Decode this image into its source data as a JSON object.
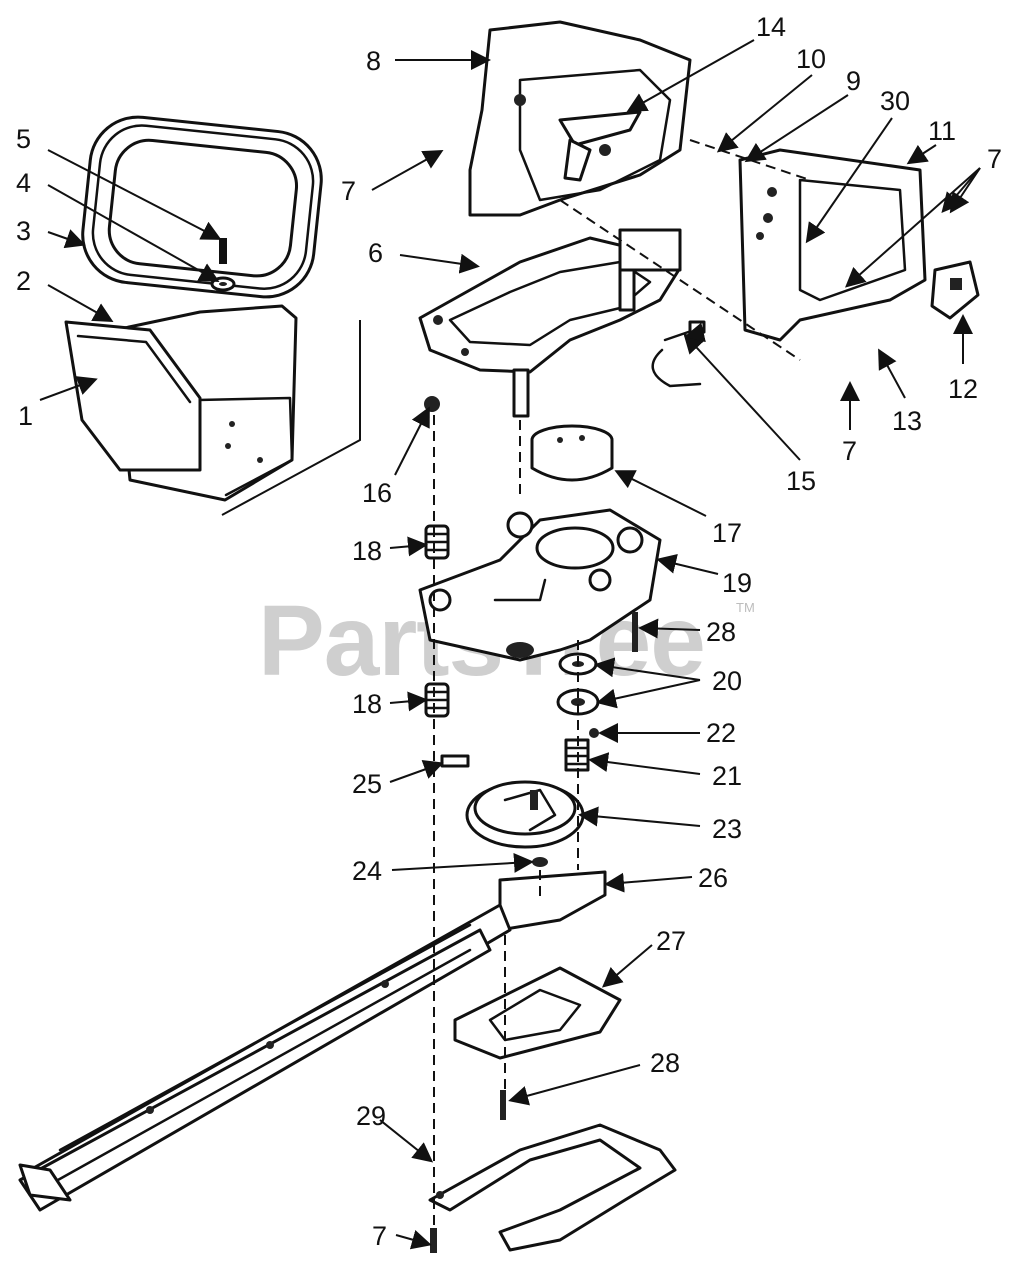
{
  "watermark": {
    "text": "PartsTree",
    "trademark": "TM"
  },
  "callouts": [
    {
      "id": "c1",
      "label": "1"
    },
    {
      "id": "c2",
      "label": "2"
    },
    {
      "id": "c3",
      "label": "3"
    },
    {
      "id": "c4",
      "label": "4"
    },
    {
      "id": "c5",
      "label": "5"
    },
    {
      "id": "c6",
      "label": "6"
    },
    {
      "id": "c7a",
      "label": "7"
    },
    {
      "id": "c7b",
      "label": "7"
    },
    {
      "id": "c7c",
      "label": "7"
    },
    {
      "id": "c7d",
      "label": "7"
    },
    {
      "id": "c8",
      "label": "8"
    },
    {
      "id": "c9",
      "label": "9"
    },
    {
      "id": "c10",
      "label": "10"
    },
    {
      "id": "c11",
      "label": "11"
    },
    {
      "id": "c12",
      "label": "12"
    },
    {
      "id": "c13",
      "label": "13"
    },
    {
      "id": "c14",
      "label": "14"
    },
    {
      "id": "c15",
      "label": "15"
    },
    {
      "id": "c16",
      "label": "16"
    },
    {
      "id": "c17",
      "label": "17"
    },
    {
      "id": "c18a",
      "label": "18"
    },
    {
      "id": "c18b",
      "label": "18"
    },
    {
      "id": "c19",
      "label": "19"
    },
    {
      "id": "c20",
      "label": "20"
    },
    {
      "id": "c21",
      "label": "21"
    },
    {
      "id": "c22",
      "label": "22"
    },
    {
      "id": "c23",
      "label": "23"
    },
    {
      "id": "c24",
      "label": "24"
    },
    {
      "id": "c25",
      "label": "25"
    },
    {
      "id": "c26",
      "label": "26"
    },
    {
      "id": "c27",
      "label": "27"
    },
    {
      "id": "c28a",
      "label": "28"
    },
    {
      "id": "c28b",
      "label": "28"
    },
    {
      "id": "c29",
      "label": "29"
    },
    {
      "id": "c30",
      "label": "30"
    }
  ]
}
